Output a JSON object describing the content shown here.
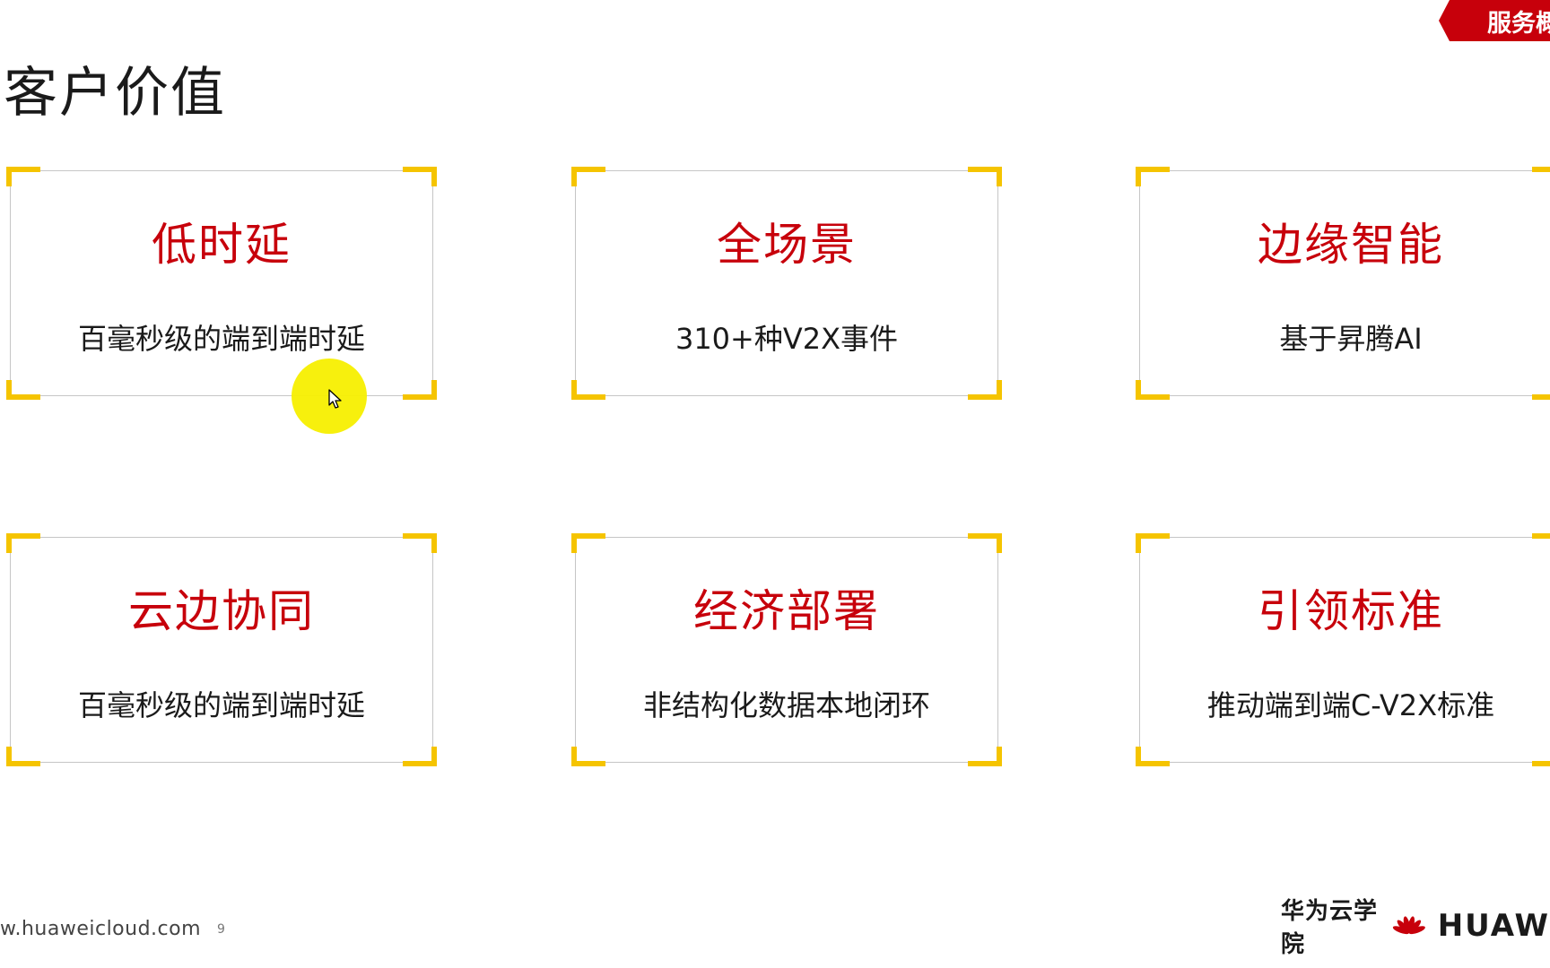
{
  "page": {
    "title": "客户价值",
    "corner_tag": "服务概"
  },
  "cards": [
    {
      "heading": "低时延",
      "desc": "百毫秒级的端到端时延"
    },
    {
      "heading": "全场景",
      "desc": "310+种V2X事件"
    },
    {
      "heading": "边缘智能",
      "desc": "基于昇腾AI"
    },
    {
      "heading": "云边协同",
      "desc": "百毫秒级的端到端时延"
    },
    {
      "heading": "经济部署",
      "desc": "非结构化数据本地闭环"
    },
    {
      "heading": "引领标准",
      "desc": "推动端到端C-V2X标准"
    }
  ],
  "footer": {
    "url": "w.huaweicloud.com",
    "page_number": "9",
    "academy": "华为云学院",
    "brand": "HUAW"
  },
  "colors": {
    "accent_red": "#c7000b",
    "bracket_yellow": "#f5c400",
    "frame_gray": "#c6c6c6",
    "pointer_highlight": "#f7ef00"
  },
  "icons": [
    "cursor-arrow-icon",
    "huawei-logo-icon"
  ]
}
